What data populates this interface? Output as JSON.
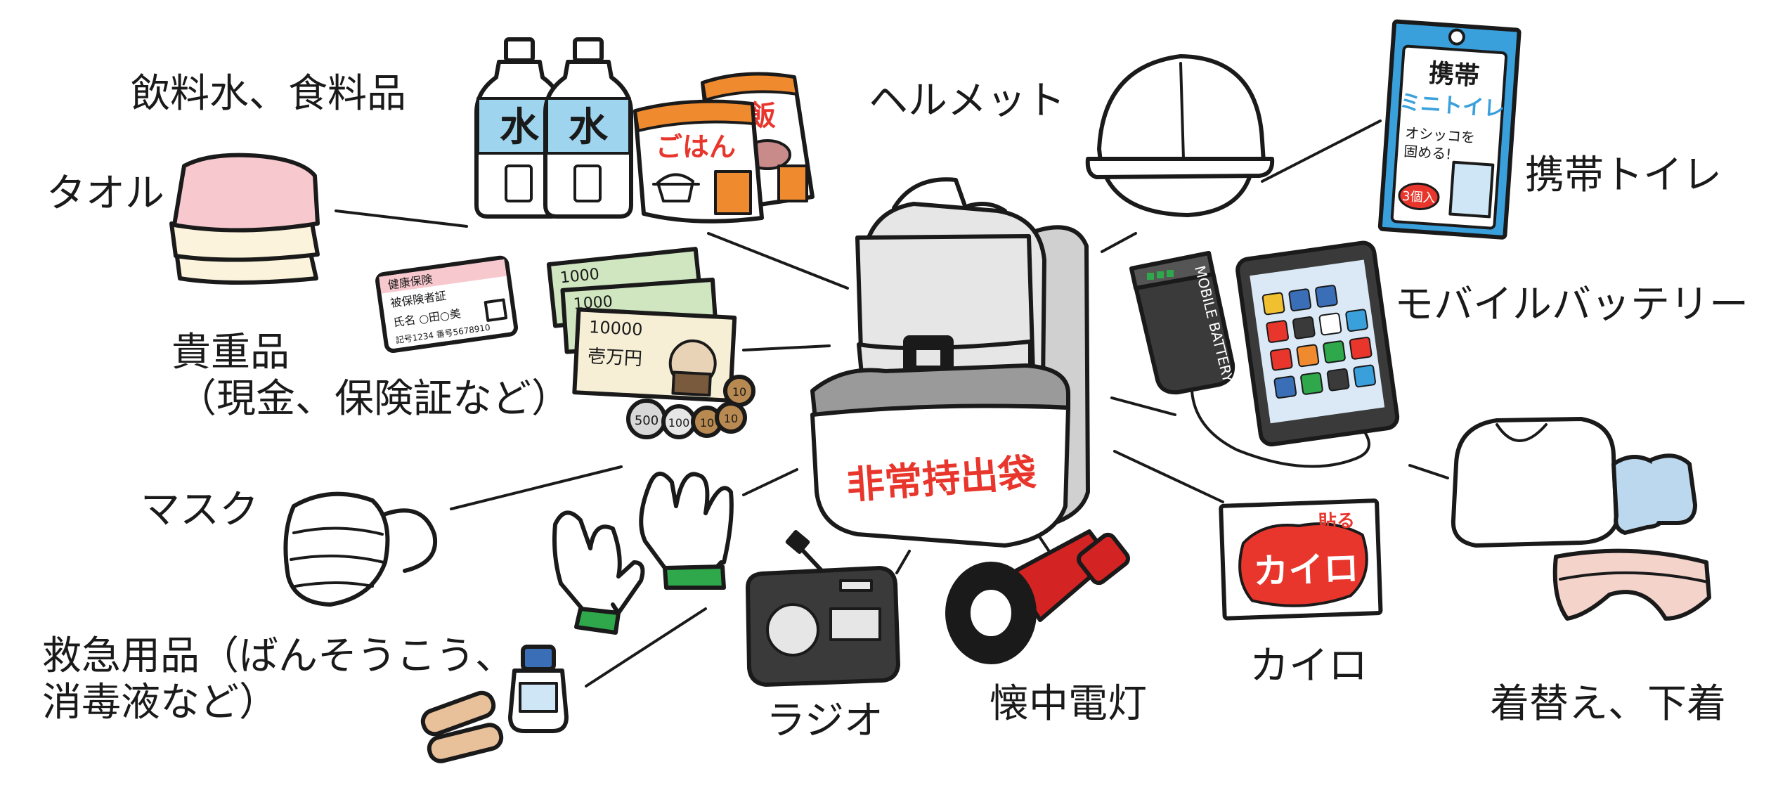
{
  "labels": {
    "drinks_food": "飲料水、食料品",
    "helmet": "ヘルメット",
    "portable_toilet": "携帯トイレ",
    "towel": "タオル",
    "mobile_battery": "モバイルバッテリー",
    "valuables_1": "貴重品",
    "valuables_2": "（現金、保険証など）",
    "mask": "マスク",
    "first_aid_1": "救急用品（ばんそうこう、",
    "first_aid_2": "消毒液など）",
    "radio": "ラジオ",
    "flashlight": "懐中電灯",
    "heat_pack": "カイロ",
    "change_clothes": "着替え、下着"
  },
  "item_text": {
    "water": "水",
    "rice": "ごはん",
    "sekihan": "赤飯",
    "toilet_1": "携帯",
    "toilet_2": "ミニトイレ",
    "toilet_3": "オシッコを",
    "toilet_4": "固める!",
    "toilet_5": "3個入",
    "card_1": "健康保険",
    "card_2": "被保険者証",
    "card_3": "氏名 ○田○美",
    "card_4": "記号1234 番号5678910",
    "bill_1000": "1000",
    "bill_10000": "10000",
    "bill_name": "壱万円",
    "coin_500": "500",
    "coin_100": "100",
    "coin_10": "10",
    "battery": "MOBILE BATTERY",
    "bag": "非常持出袋",
    "kairo_small": "貼る",
    "kairo": "カイロ"
  },
  "colors": {
    "ink": "#1a1a1a",
    "water_blue": "#9ed4ee",
    "bag_gray": "#e6e6e6",
    "bag_dark": "#9a9a9a",
    "accent_red": "#e8362c",
    "towel_pink": "#f7c9cf",
    "towel_cream": "#fbf3dc",
    "bill_green": "#cfe6c0",
    "glove_green": "#2ea84a",
    "food_orange": "#f08a2e",
    "toilet_blue": "#3aa0dc",
    "flashlight_red": "#d42323",
    "underwear_pink": "#f4d3cb",
    "sock_blue": "#bcd8ee"
  }
}
